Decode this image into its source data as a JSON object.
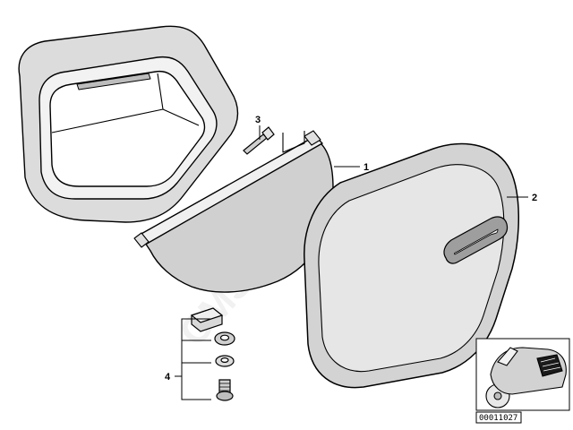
{
  "callouts": [
    {
      "id": "1",
      "label": "1"
    },
    {
      "id": "2",
      "label": "2"
    },
    {
      "id": "3",
      "label": "3"
    },
    {
      "id": "4",
      "label": "4"
    }
  ],
  "thumbnail": {
    "part_number": "00011027"
  },
  "watermark": {
    "text": "CMSnl.com"
  },
  "colors": {
    "line": "#000000",
    "shade": "#d9d9d9",
    "light": "#efefef",
    "background": "#ffffff"
  }
}
